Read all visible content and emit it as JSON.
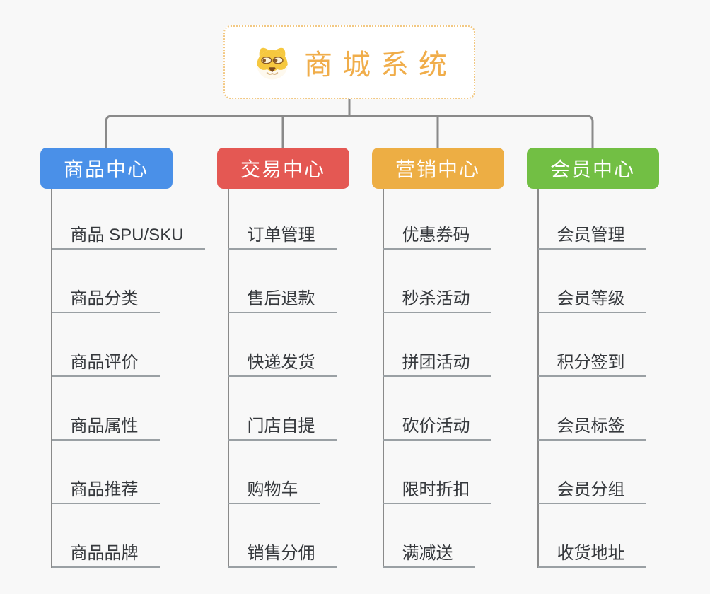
{
  "root": {
    "title": "商城系统",
    "icon": "dog-face-icon"
  },
  "branches": [
    {
      "label": "商品中心",
      "color": "#4A90E8",
      "children": [
        "商品 SPU/SKU",
        "商品分类",
        "商品评价",
        "商品属性",
        "商品推荐",
        "商品品牌"
      ]
    },
    {
      "label": "交易中心",
      "color": "#E45853",
      "children": [
        "订单管理",
        "售后退款",
        "快递发货",
        "门店自提",
        "购物车",
        "销售分佣"
      ]
    },
    {
      "label": "营销中心",
      "color": "#EDAE44",
      "children": [
        "优惠券码",
        "秒杀活动",
        "拼团活动",
        "砍价活动",
        "限时折扣",
        "满减送"
      ]
    },
    {
      "label": "会员中心",
      "color": "#72BF44",
      "children": [
        "会员管理",
        "会员等级",
        "积分签到",
        "会员标签",
        "会员分组",
        "收货地址"
      ]
    }
  ],
  "colors": {
    "background": "#F8F8F8",
    "connector": "#8A8A8A",
    "leaf_line": "#9AA0A4",
    "leaf_text": "#36393D",
    "root_border": "#F2C882",
    "root_text": "#F0AD4A"
  }
}
